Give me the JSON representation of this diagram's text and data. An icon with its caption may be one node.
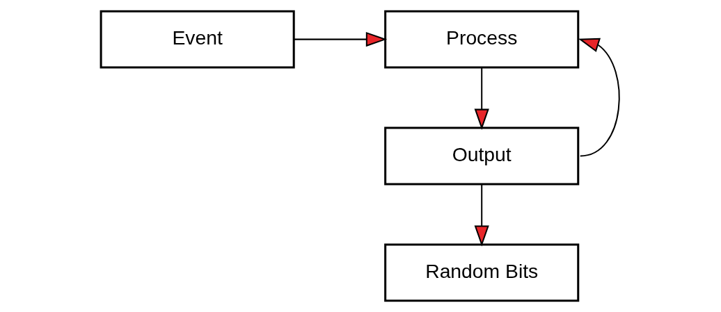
{
  "diagram": {
    "nodes": [
      {
        "text": [
          "Event"
        ]
      },
      {
        "text": [
          "Process"
        ]
      },
      {
        "text": [
          "Output"
        ]
      },
      {
        "text": [
          "Random Bits"
        ]
      }
    ],
    "edges": [
      {
        "from": 0,
        "to": 1,
        "arrow": "to"
      },
      {
        "from": 1,
        "to": 2,
        "arrow": "to"
      },
      {
        "from": 2,
        "to": 1,
        "arrow": "to"
      },
      {
        "from": 2,
        "to": 3,
        "arrow": "to"
      }
    ]
  }
}
